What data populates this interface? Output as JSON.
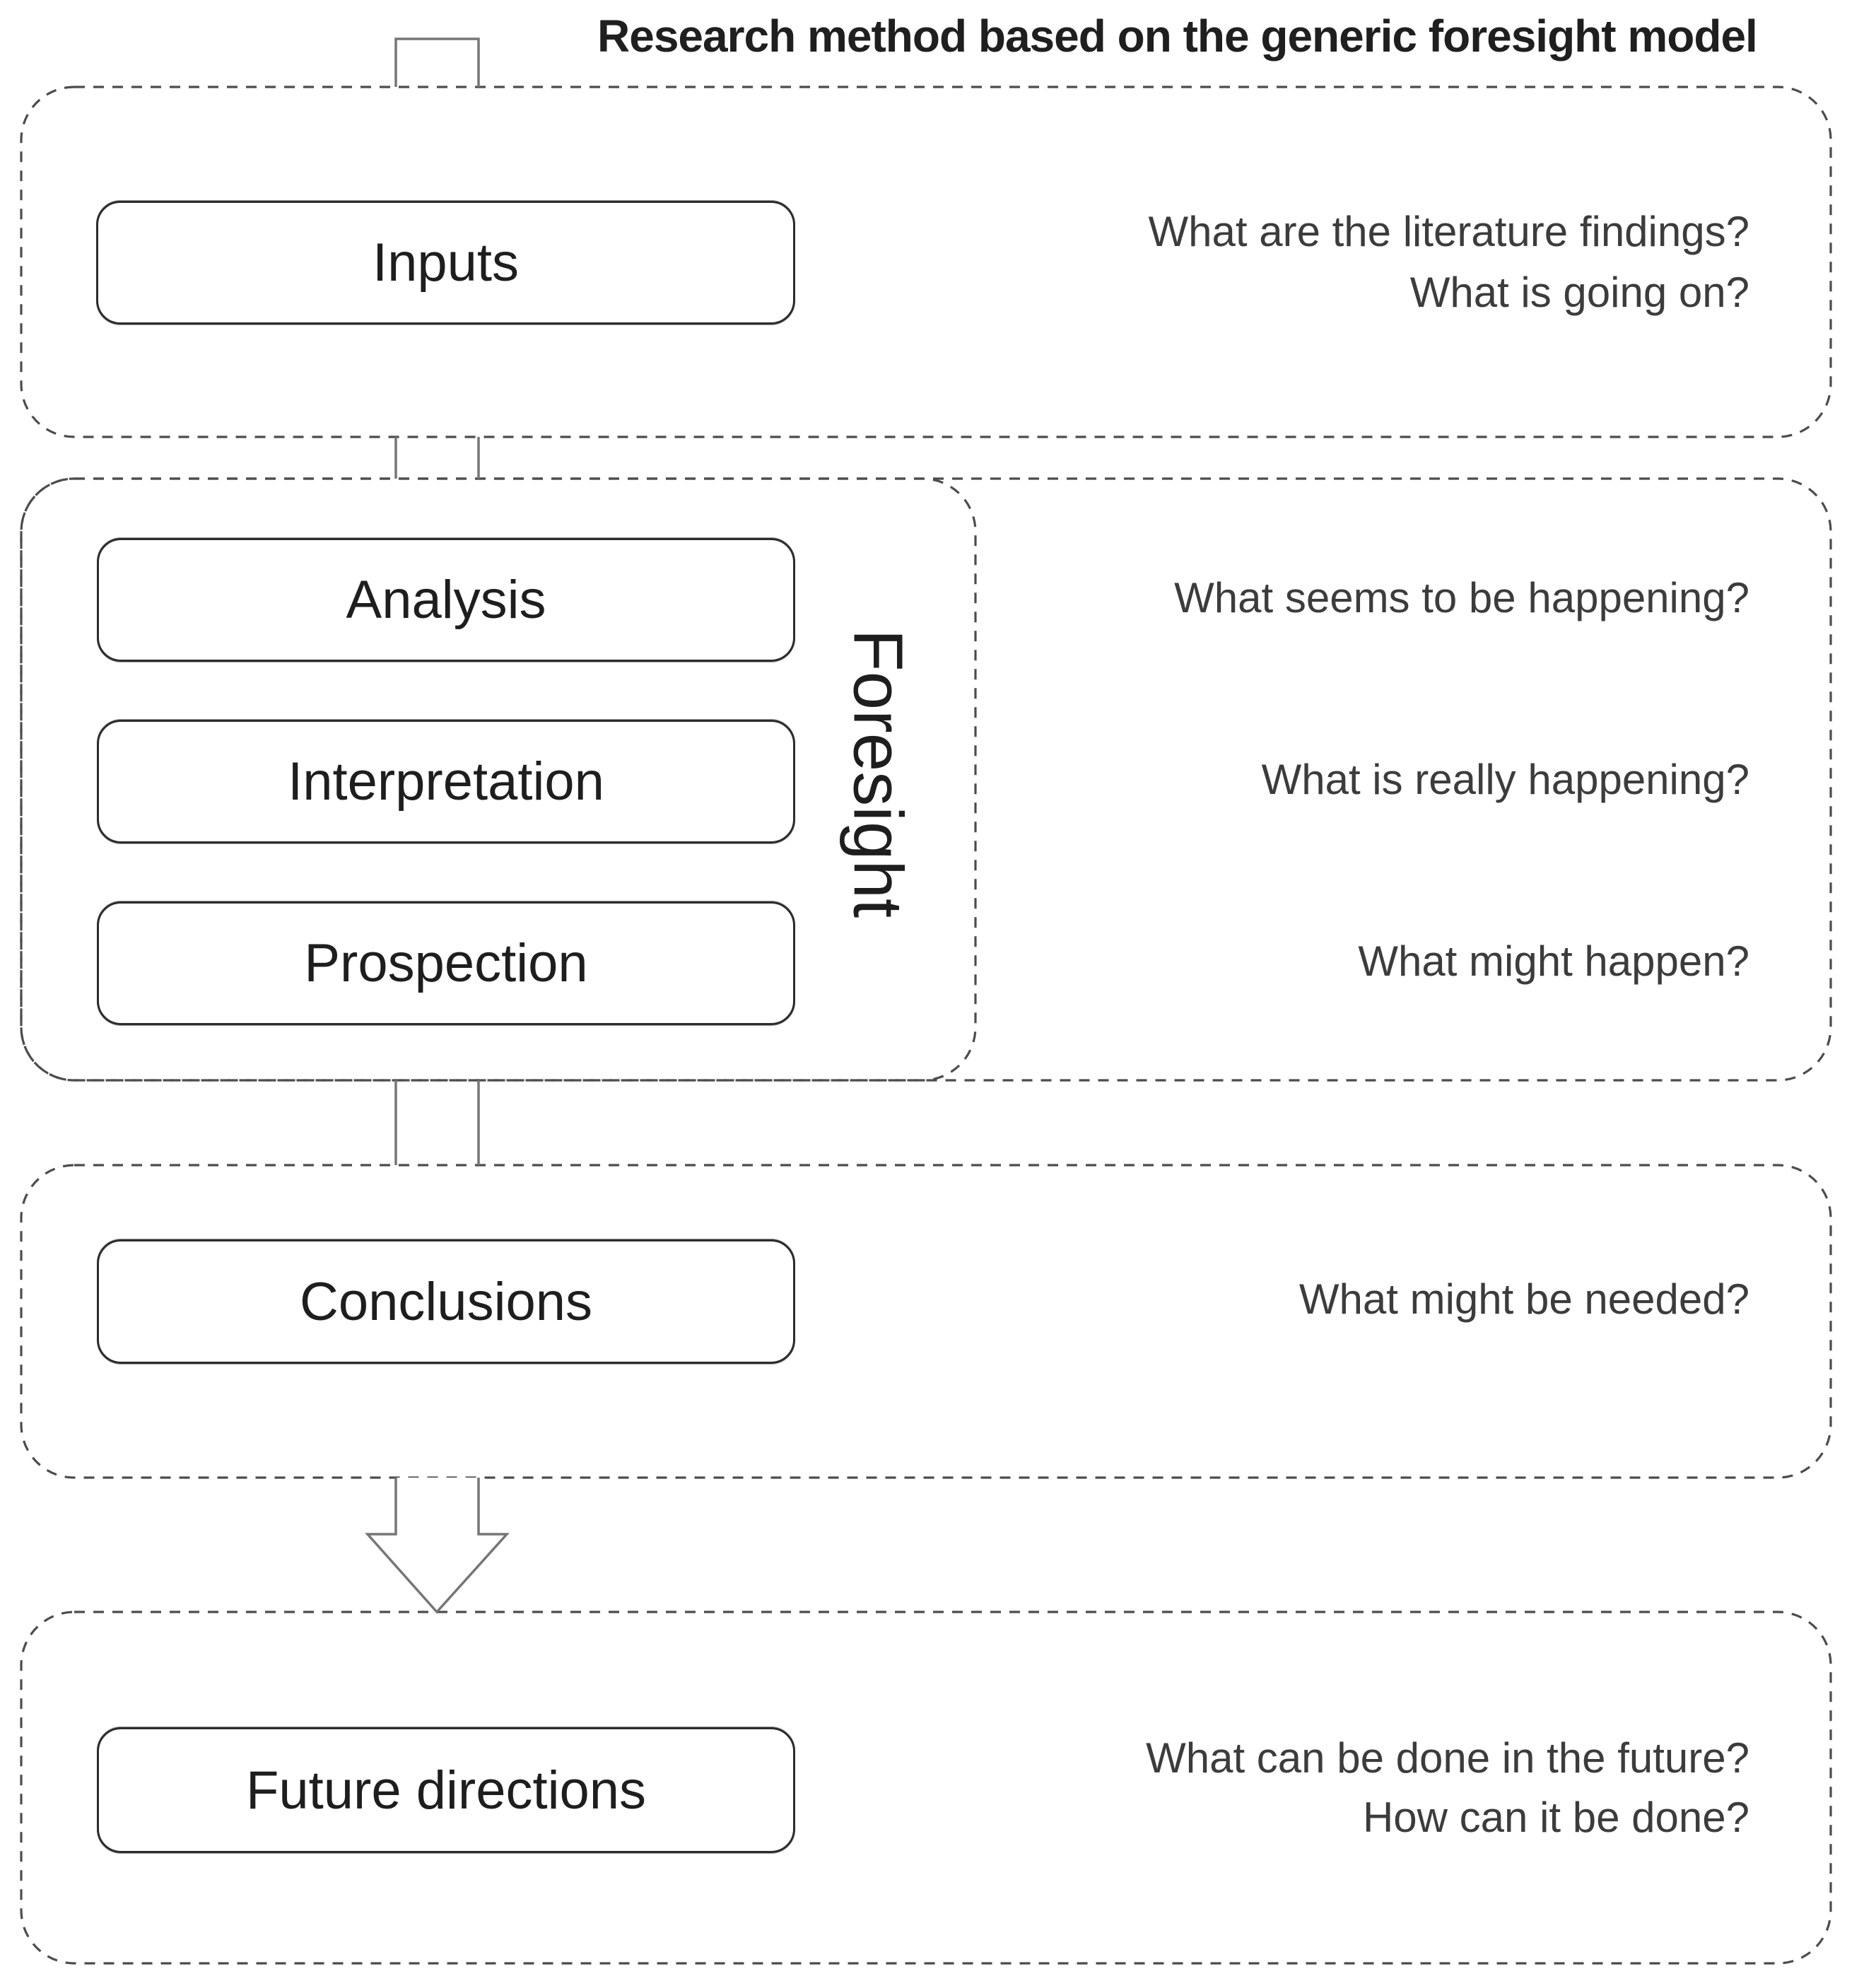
{
  "title": "Research method based on the generic foresight model",
  "colors": {
    "background": "#ffffff",
    "dashed_border": "#4c4c4c",
    "box_border": "#2c2c2c",
    "box_text": "#1e1e1e",
    "question_text": "#3c3c3c",
    "connector": "#767676"
  },
  "sections": [
    {
      "name": "inputs",
      "box_label": "Inputs",
      "questions": [
        "What are the literature findings?",
        "What is going on?"
      ]
    },
    {
      "name": "foresight",
      "group_label": "Foresight",
      "boxes": [
        {
          "label": "Analysis",
          "question": "What seems to be happening?"
        },
        {
          "label": "Interpretation",
          "question": "What is really happening?"
        },
        {
          "label": "Prospection",
          "question": "What might happen?"
        }
      ]
    },
    {
      "name": "conclusions",
      "box_label": "Conclusions",
      "questions": [
        "What might be needed?"
      ]
    },
    {
      "name": "future-directions",
      "box_label": "Future directions",
      "questions": [
        "What can be done in the future?",
        "How can it be done?"
      ]
    }
  ]
}
